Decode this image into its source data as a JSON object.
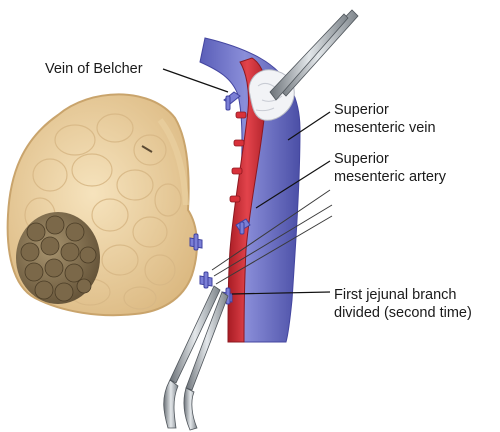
{
  "labels": {
    "vein_of_belcher": "Vein of Belcher",
    "superior_mesenteric_vein": [
      "Superior",
      "mesenteric vein"
    ],
    "superior_mesenteric_artery": [
      "Superior",
      "mesenteric artery"
    ],
    "first_jejunal_branch": [
      "First jejunal branch",
      "divided (second time)"
    ]
  },
  "colors": {
    "vein": "#6f73c9",
    "artery": "#d8313a",
    "pancreas": "#efd5a4",
    "tumor": "#8a7656",
    "clip": "#7b7fd6",
    "leader_line": "#111111"
  },
  "icons": {
    "instrument_top": "right-angle-clamp-icon",
    "instrument_bottom": "scissors-icon"
  }
}
